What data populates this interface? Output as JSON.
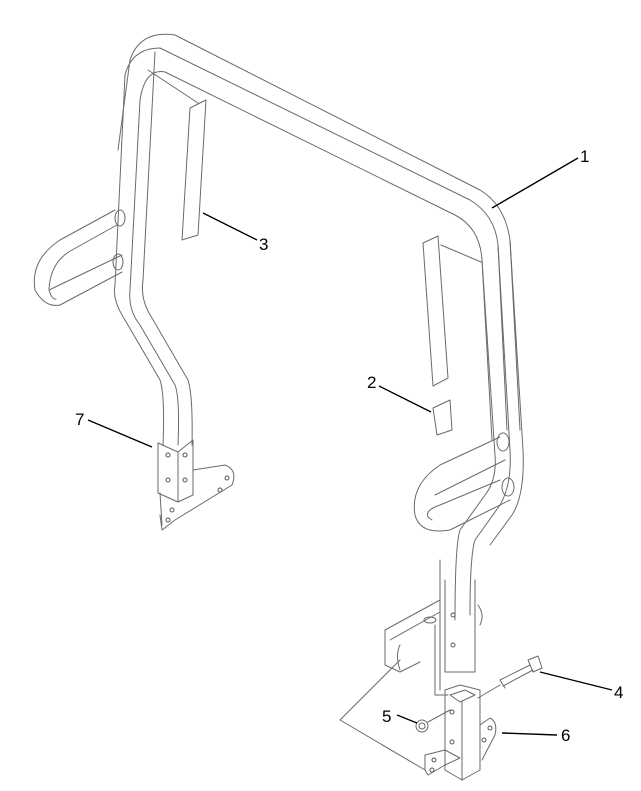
{
  "diagram": {
    "type": "exploded parts diagram",
    "subject": "Roll bar / ROPS assembly",
    "callouts": [
      {
        "id": "1",
        "label": "1",
        "part": "roll-bar-frame"
      },
      {
        "id": "2",
        "label": "2",
        "part": "decal-small"
      },
      {
        "id": "3",
        "label": "3",
        "part": "decal-long"
      },
      {
        "id": "4",
        "label": "4",
        "part": "bolt"
      },
      {
        "id": "5",
        "label": "5",
        "part": "nut"
      },
      {
        "id": "6",
        "label": "6",
        "part": "right-mount-bracket"
      },
      {
        "id": "7",
        "label": "7",
        "part": "left-mount-bracket"
      }
    ]
  }
}
